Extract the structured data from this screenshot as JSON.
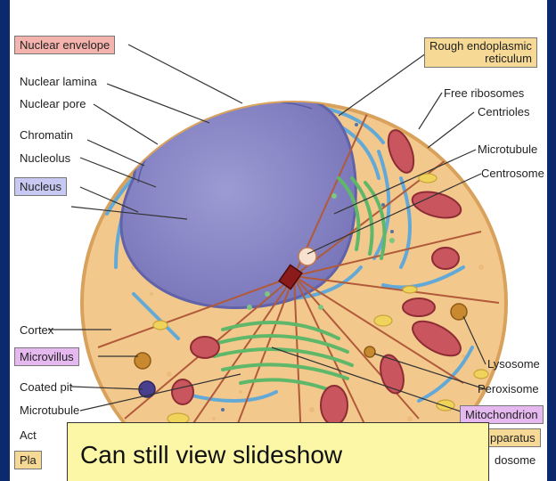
{
  "labels": {
    "nuclear_envelope": "Nuclear envelope",
    "nuclear_lamina": "Nuclear lamina",
    "nuclear_pore": "Nuclear pore",
    "chromatin": "Chromatin",
    "nucleolus": "Nucleolus",
    "nucleus": "Nucleus",
    "cortex": "Cortex",
    "microvillus": "Microvillus",
    "coated_pit": "Coated pit",
    "microtubule_left": "Microtubule",
    "actin_partial": "Act",
    "plasma_partial": "Pla",
    "rough_er_line1": "Rough endoplasmic",
    "rough_er_line2": "reticulum",
    "free_ribosomes": "Free ribosomes",
    "centrioles": "Centrioles",
    "microtubule_right": "Microtubule",
    "centrosome": "Centrosome",
    "lysosome": "Lysosome",
    "peroxisome": "Peroxisome",
    "mitochondrion": "Mitochondrion",
    "golgi_partial": "pparatus",
    "endosome_partial": "dosome"
  },
  "toast": {
    "text": "Can still view slideshow"
  },
  "colors": {
    "slide_border": "#0b2a6e",
    "cytoplasm": "#f3c88c",
    "nucleus": "#8585c4",
    "golgi": "#5fb86a",
    "mitochondrion": "#c9565e",
    "er": "#63a9d8",
    "toast": "#fbf7a7"
  }
}
